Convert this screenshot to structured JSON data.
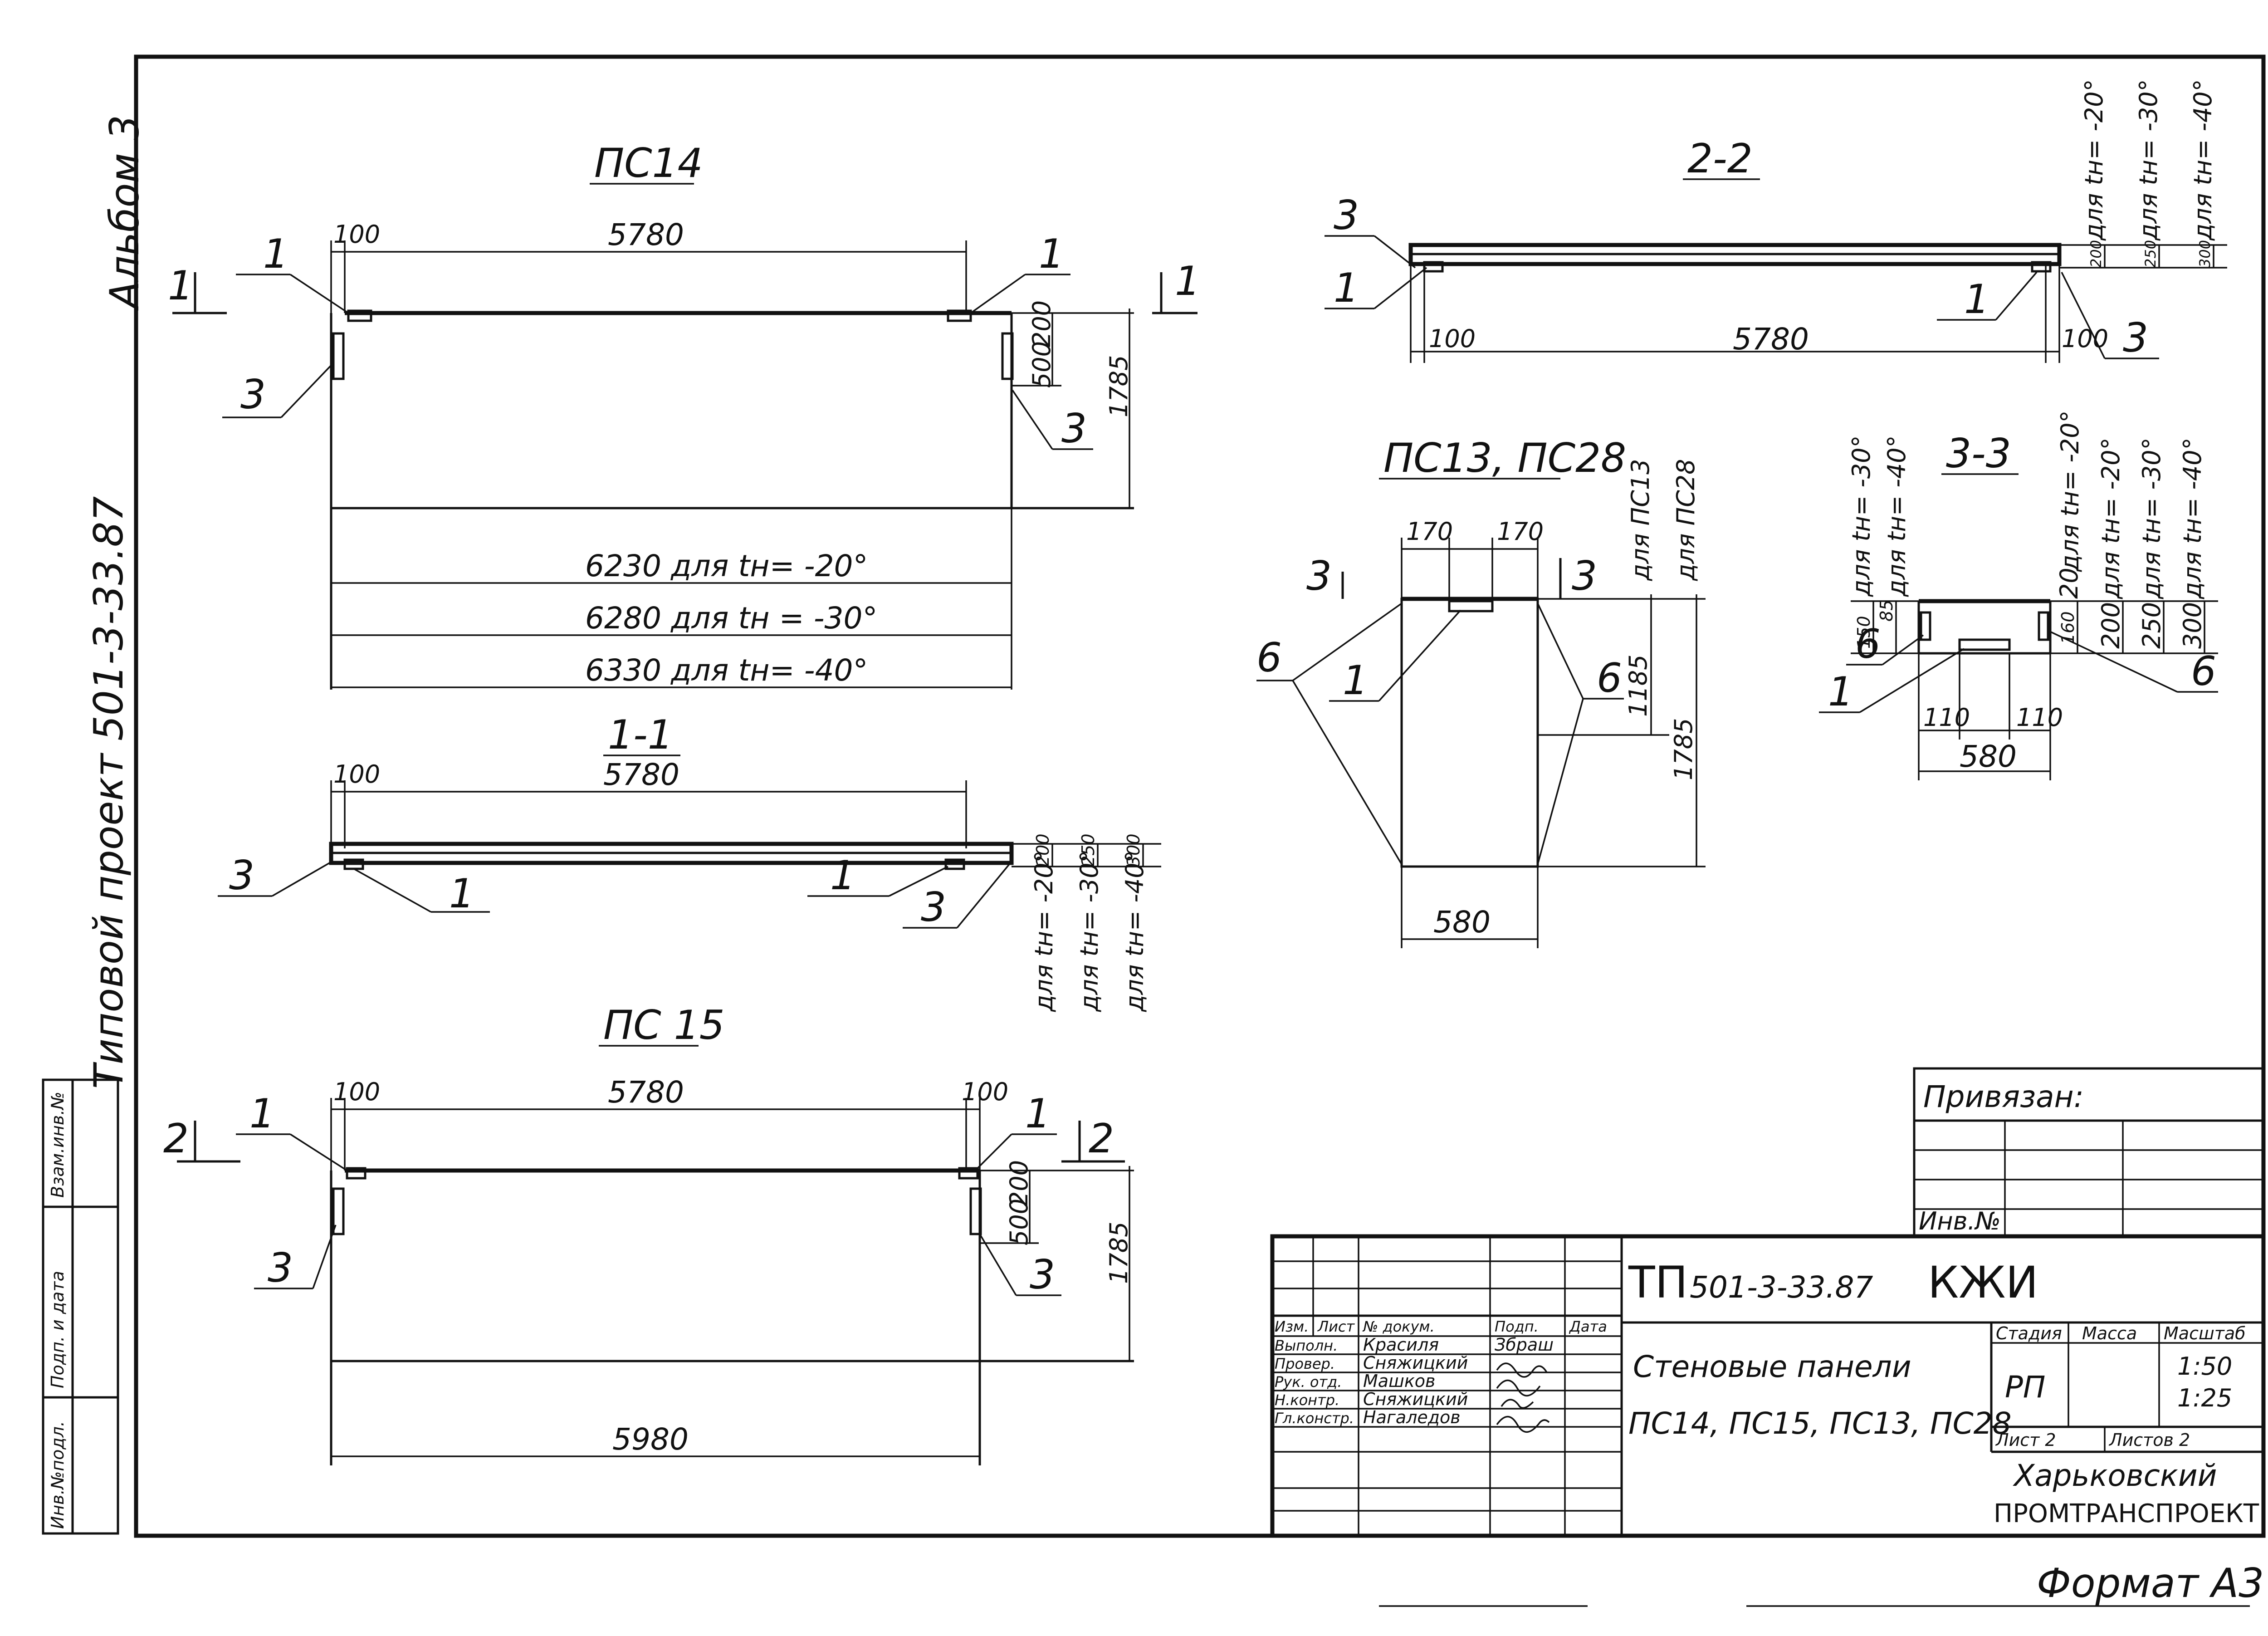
{
  "margin_left": {
    "album": "Альбом 3",
    "project": "Типовой проект 501-3-33.87",
    "stamp_cols": [
      "Инв.№подл.",
      "Подп. и дата",
      "Взам.инв.№"
    ]
  },
  "views": {
    "ps14": {
      "title": "ПС14",
      "dim_top_left": "100",
      "dim_top_main": "5780",
      "dim_200": "200",
      "dim_500": "500",
      "dim_1785": "1785",
      "len_20": "6230  для tн= -20°",
      "len_30": "6280  для tн = -30°",
      "len_40": "6330  для tн= -40°",
      "callout_1": "1",
      "callout_3": "3",
      "section_mark": "1"
    },
    "sec11": {
      "title": "1-1",
      "dim_left": "100",
      "dim_main": "5780",
      "dim_200": "200",
      "dim_250": "250",
      "dim_300": "300",
      "lbl_20": "для tн= -20°",
      "lbl_30": "для tн= -30°",
      "lbl_40": "для tн= -40°",
      "callout_1": "1",
      "callout_3": "3"
    },
    "ps15": {
      "title": "ПС 15",
      "dim_left": "100",
      "dim_main": "5780",
      "dim_right": "100",
      "dim_200": "200",
      "dim_500": "500",
      "dim_1785": "1785",
      "dim_bottom": "5980",
      "callout_1": "1",
      "callout_3": "3",
      "section_mark": "2"
    },
    "sec22": {
      "title": "2-2",
      "dim_left": "100",
      "dim_main": "5780",
      "dim_right": "100",
      "dim_200": "200",
      "dim_250": "250",
      "dim_300": "300",
      "lbl_20": "для tн= -20°",
      "lbl_30": "для tн= -30°",
      "lbl_40": "для tн= -40°",
      "callout_1": "1",
      "callout_3": "3"
    },
    "ps13": {
      "title": "ПС13, ПС28",
      "dim_170a": "170",
      "dim_170b": "170",
      "dim_1185": "1185",
      "dim_1785": "1785",
      "dim_580": "580",
      "lbl_ps13": "для ПС13",
      "lbl_ps28": "для ПС28",
      "callout_1": "1",
      "callout_6": "6",
      "section_mark": "3"
    },
    "sec33": {
      "title": "3-3",
      "dim_150": "150",
      "dim_85": "85",
      "dim_20": "20",
      "dim_160": "160",
      "dim_200": "200",
      "dim_250": "250",
      "dim_300": "300",
      "dim_110a": "110",
      "dim_110b": "110",
      "dim_580": "580",
      "lbl_l30": "для tн= -30°",
      "lbl_l40": "для tн= -40°",
      "lbl_r20a": "для tн= -20°",
      "lbl_r20": "для tн= -20°",
      "lbl_r30": "для tн= -30°",
      "lbl_r40": "для tн= -40°",
      "callout_1": "1",
      "callout_6": "6"
    }
  },
  "title_block": {
    "bound_label": "Привязан:",
    "inv_label": "Инв.№",
    "doc_code_prefix": "ТП",
    "doc_code_number": "501-3-33.87",
    "doc_code_suffix": "КЖИ",
    "headers": [
      "Изм.",
      "Лист",
      "№ докум.",
      "Подп.",
      "Дата"
    ],
    "rows": [
      {
        "role": "Выполн.",
        "name": "Красиля",
        "sign": "Збраш"
      },
      {
        "role": "Провер.",
        "name": "Сняжицкий",
        "sign": ""
      },
      {
        "role": "Рук. отд.",
        "name": "Машков",
        "sign": ""
      },
      {
        "role": "Н.контр.",
        "name": "Сняжицкий",
        "sign": ""
      },
      {
        "role": "Гл.констр.",
        "name": "Нагаледов",
        "sign": ""
      }
    ],
    "name_line1": "Стеновые панели",
    "name_line2": "ПС14, ПС15, ПС13, ПС28",
    "stage_label": "Стадия",
    "mass_label": "Масса",
    "scale_label": "Масштаб",
    "stage": "РП",
    "scale_1": "1:50",
    "scale_2": "1:25",
    "sheet": "Лист 2",
    "sheets": "Листов 2",
    "org_line1": "Харьковский",
    "org_line2": "ПРОМТРАНСПРОЕКТ"
  },
  "format": "Формат А3"
}
